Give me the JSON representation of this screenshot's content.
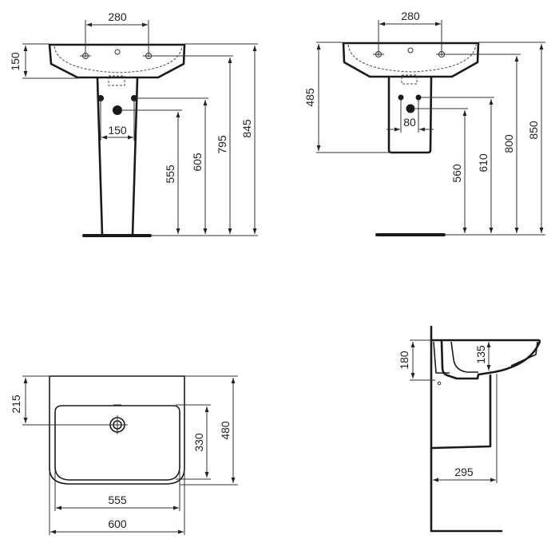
{
  "drawing": {
    "type": "technical dimension drawing",
    "units": "mm",
    "line_color": "#1a1a1a",
    "background": "#ffffff"
  },
  "views": {
    "pedestal_front": {
      "tap_hole_spacing": "280",
      "basin_depth": "150",
      "supply_spacing": "150",
      "waste_height": "555",
      "supply_height": "605",
      "tap_height": "795",
      "rim_height": "845"
    },
    "semi_pedestal_front": {
      "tap_hole_spacing": "280",
      "fixing_height": "485",
      "supply_spacing": "80",
      "waste_height": "560",
      "supply_height": "610",
      "tap_height": "800",
      "rim_height": "850"
    },
    "plan": {
      "waste_from_back": "215",
      "bowl_depth": "330",
      "overall_depth": "480",
      "bowl_width": "555",
      "overall_width": "600"
    },
    "side": {
      "back_height": "180",
      "bowl_depth": "135",
      "projection": "295"
    }
  }
}
